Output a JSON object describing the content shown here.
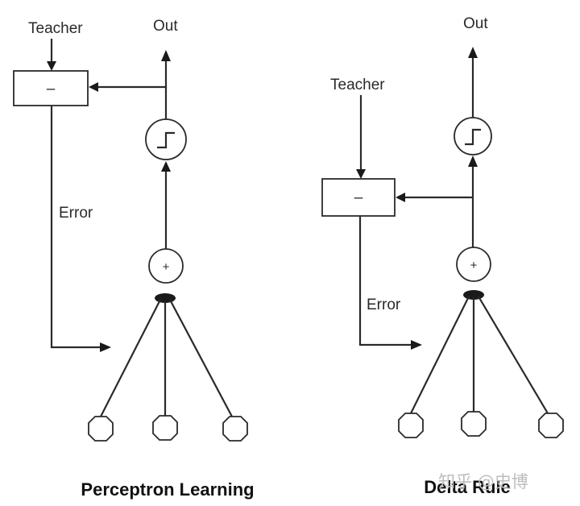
{
  "perceptron": {
    "teacher": "Teacher",
    "out": "Out",
    "minus": "–",
    "sum": "+",
    "error": "Error",
    "caption": "Perceptron Learning"
  },
  "delta": {
    "teacher": "Teacher",
    "out": "Out",
    "minus": "–",
    "sum": "+",
    "error": "Error",
    "caption": "Delta Rule"
  },
  "watermark": "知乎 @史博"
}
